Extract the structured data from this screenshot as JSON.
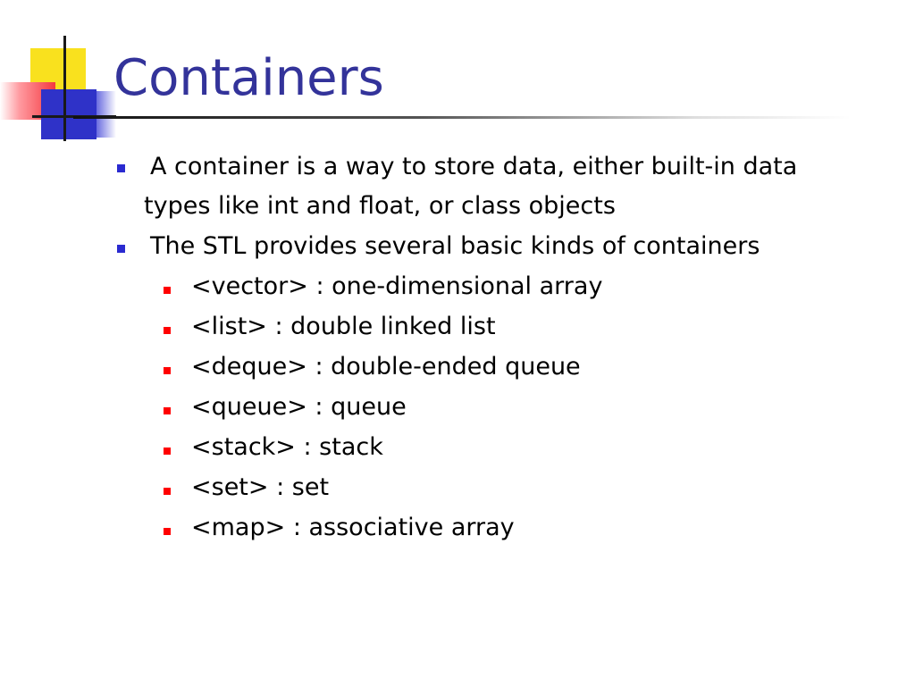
{
  "slide": {
    "title": "Containers",
    "bullets": [
      {
        "text_line1": "A container is a way to store data, either built-in data",
        "text_line2": "types like int and float, or class objects"
      },
      {
        "text": "The STL provides several basic kinds of containers"
      }
    ],
    "sub_bullets": [
      "<vector> : one-dimensional array",
      "<list> : double linked list",
      "<deque> : double-ended queue",
      "<queue> : queue",
      "<stack> : stack",
      "<set> : set",
      "<map> : associative array"
    ]
  },
  "colors": {
    "title": "#33339a",
    "bullet_level1": "#2a2ad0",
    "bullet_level2": "#ff0000",
    "logo_yellow": "#f9e11e",
    "logo_red": "#f4383f",
    "logo_blue": "#2f32c8"
  }
}
